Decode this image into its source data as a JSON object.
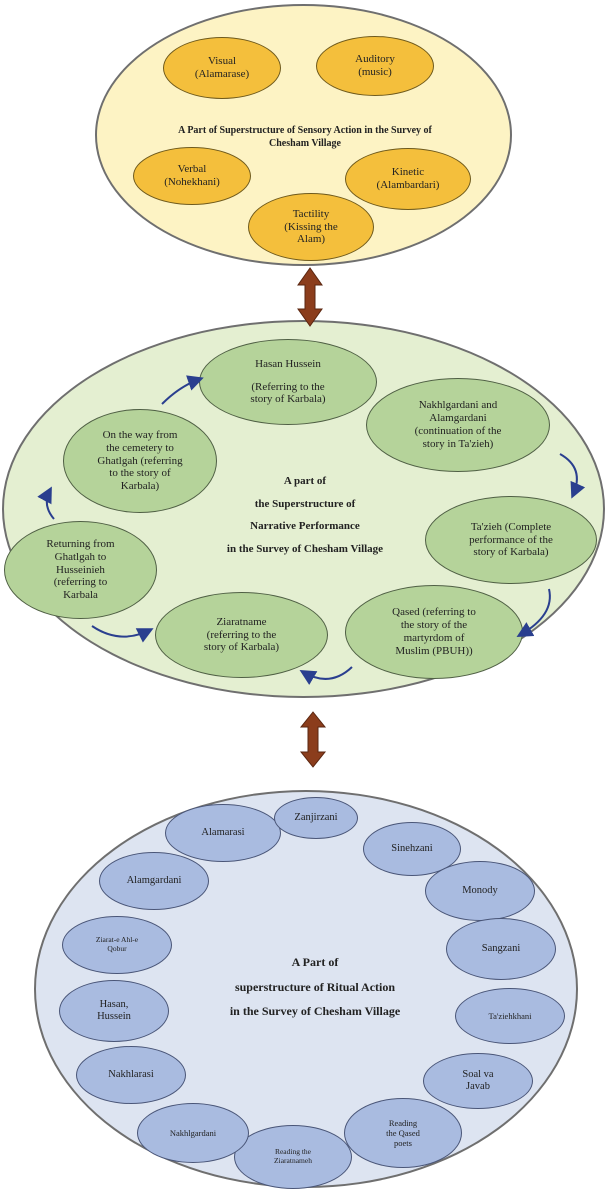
{
  "colors": {
    "sensory_outer": "#fdf3c4",
    "sensory_node": "#f4bf3c",
    "narrative_outer": "#e4efd1",
    "narrative_node": "#b5d39a",
    "ritual_outer": "#dde4f1",
    "ritual_node": "#a9bbe0",
    "connector_arrow": "#8b3d1c",
    "cycle_arrow": "#2a3f8f"
  },
  "sensory": {
    "title": "A Part of Superstructure of Sensory Action in the Survey of Chesham Village",
    "nodes": {
      "visual": {
        "line1": "Visual",
        "line2": "(Alamarase)"
      },
      "auditory": {
        "line1": "Auditory",
        "line2": "(music)"
      },
      "verbal": {
        "line1": "Verbal",
        "line2": "(Nohekhani)"
      },
      "kinetic": {
        "line1": "Kinetic",
        "line2": "(Alambardari)"
      },
      "tactility": {
        "line1": "Tactility",
        "line2": "(Kissing the",
        "line3": "Alam)"
      }
    }
  },
  "narrative": {
    "title": {
      "line1": "A part of",
      "line2": "the Superstructure of",
      "line3": "Narrative Performance",
      "line4": "in the Survey of Chesham Village"
    },
    "nodes": {
      "hasan_hussein": {
        "line1": "Hasan Hussein",
        "line2": "(Referring to the",
        "line3": "story of Karbala)"
      },
      "nakhlgardani": {
        "line1": "Nakhlgardani and",
        "line2": "Alamgardani",
        "line3": "(continuation of the",
        "line4": "story in Ta'zieh)"
      },
      "tazieh": {
        "line1": "Ta'zieh (Complete",
        "line2": "performance of the",
        "line3": "story of Karbala)"
      },
      "qased": {
        "line1": "Qased (referring to",
        "line2": "the story of the",
        "line3": "martyrdom of",
        "line4": "Muslim (PBUH))"
      },
      "ziaratname": {
        "line1": "Ziaratname",
        "line2": "(referring to the",
        "line3": "story of Karbala)"
      },
      "returning": {
        "line1": "Returning from",
        "line2": "Ghatlgah to",
        "line3": "Husseinieh",
        "line4": "(referring to",
        "line5": "Karbala"
      },
      "on_the_way": {
        "line1": "On the way from",
        "line2": "the cemetery to",
        "line3": "Ghatlgah (referring",
        "line4": "to the story of",
        "line5": "Karbala)"
      }
    }
  },
  "ritual": {
    "title": {
      "line1": "A Part of",
      "line2": "superstructure of Ritual Action",
      "line3": "in the Survey of Chesham Village"
    },
    "nodes": {
      "zanjirzani": "Zanjirzani",
      "sinehzani": "Sinehzani",
      "monody": "Monody",
      "sangzani": "Sangzani",
      "tazieh": "Ta'ziehkhani",
      "soal_line1": "Soal va",
      "soal_line2": "Javab",
      "reading_qased_line1": "Reading",
      "reading_qased_line2": "the Qased",
      "reading_qased_line3": "poets",
      "reading_ziarat_line1": "Reading the",
      "reading_ziarat_line2": "Ziaratnameh",
      "nakhlgardani": "Nakhlgardani",
      "nakhlarasi": "Nakhlarasi",
      "hasan_line1": "Hasan,",
      "hasan_line2": "Hussein",
      "ziarat_line1": "Ziarat-e Ahl-e",
      "ziarat_line2": "Qobur",
      "alamgardani": "Alamgardani",
      "alamarasi": "Alamarasi"
    }
  }
}
